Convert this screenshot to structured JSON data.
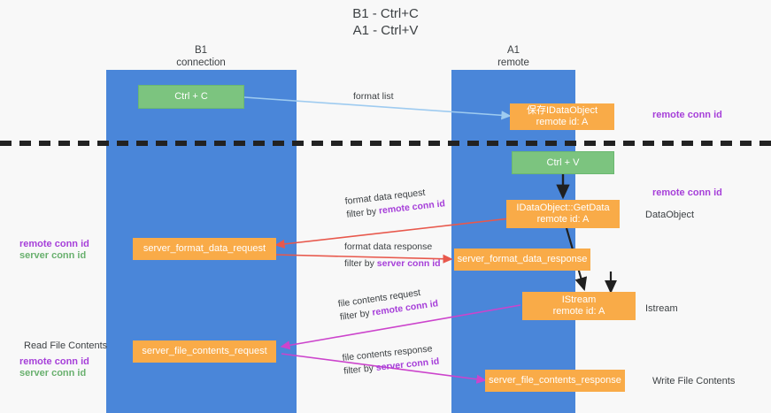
{
  "title": {
    "line1": "B1 - Ctrl+C",
    "line2": "A1 - Ctrl+V"
  },
  "columns": [
    {
      "name": "B1",
      "role": "connection"
    },
    {
      "name": "A1",
      "role": "remote"
    }
  ],
  "nodes": {
    "ctrl_c": {
      "label": "Ctrl + C"
    },
    "ctrl_v": {
      "label": "Ctrl + V"
    },
    "save_dataobject": {
      "line1": "保存IDataObject",
      "line2": "remote id: A"
    },
    "getdata": {
      "line1": "IDataObject::GetData",
      "line2": "remote id: A"
    },
    "istream": {
      "line1": "IStream",
      "line2": "remote id: A"
    },
    "server_format_data_request": {
      "label": "server_format_data_request"
    },
    "server_format_data_response": {
      "label": "server_format_data_response"
    },
    "server_file_contents_request": {
      "label": "server_file_contents_request"
    },
    "server_file_contents_response": {
      "label": "server_file_contents_response"
    }
  },
  "edges": {
    "format_list": {
      "label": "format list"
    },
    "format_data_request": {
      "line1": "format data request",
      "filter_prefix": "filter by ",
      "filter_key": "remote conn id"
    },
    "format_data_response": {
      "line1": "format data response",
      "filter_prefix": "filter by ",
      "filter_key": "server conn id"
    },
    "file_contents_request": {
      "line1": "file contents request",
      "filter_prefix": "filter by ",
      "filter_key": "remote conn id"
    },
    "file_contents_response": {
      "line1": "file contents response",
      "filter_prefix": "filter by ",
      "filter_key": "server conn id"
    }
  },
  "annotations": {
    "right_top_conn": "remote conn id",
    "right_getdata_conn": "remote conn id",
    "right_dataobject": "DataObject",
    "right_istream": "Istream",
    "right_write_file": "Write File Contents",
    "left_remote_conn": "remote conn id",
    "left_server_conn": "server conn id",
    "left_read_file": "Read File Contents",
    "left_remote_conn2": "remote conn id",
    "left_server_conn2": "server conn id"
  },
  "colors": {
    "lane": "#4a86d9",
    "green_box": "#7cc47f",
    "orange_box": "#f9ab48",
    "purple": "#a63fd9",
    "green_text": "#69b06e",
    "red_arrow": "#e8584c",
    "magenta_arrow": "#cc44cc",
    "light_blue_arrow": "#9ecbf0",
    "divider": "#222222",
    "background": "#f8f8f8"
  }
}
